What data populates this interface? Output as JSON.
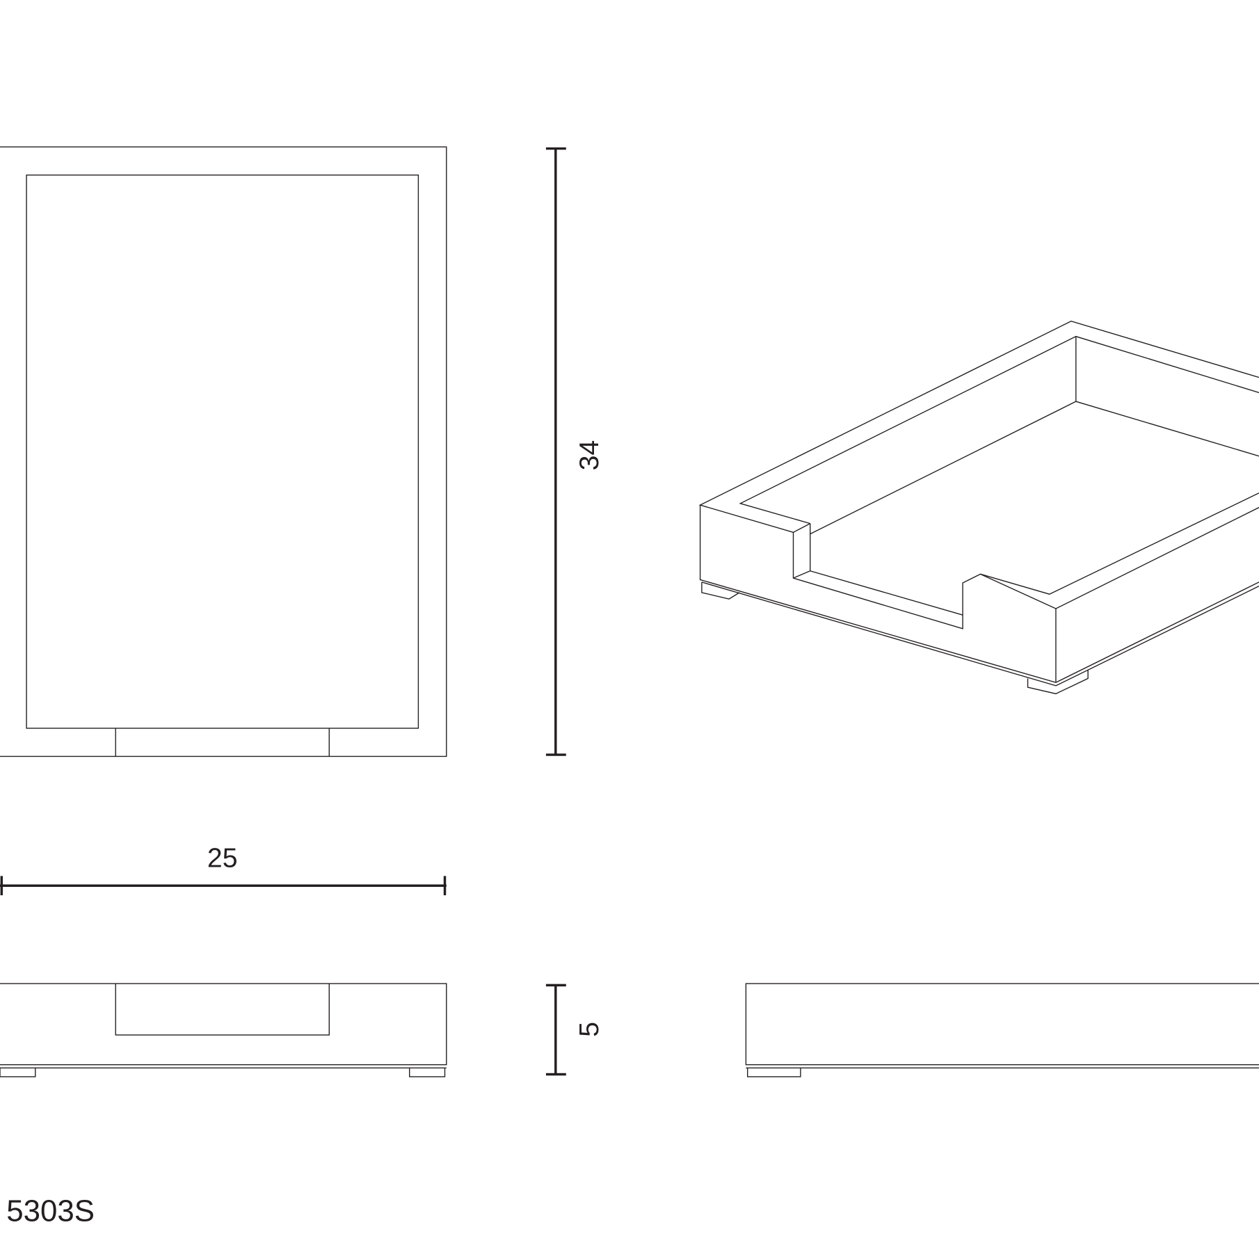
{
  "drawing": {
    "dimensions": {
      "depth": "34",
      "width": "25",
      "height": "5"
    },
    "model_code": "5303S",
    "line_color": "#231f20"
  }
}
